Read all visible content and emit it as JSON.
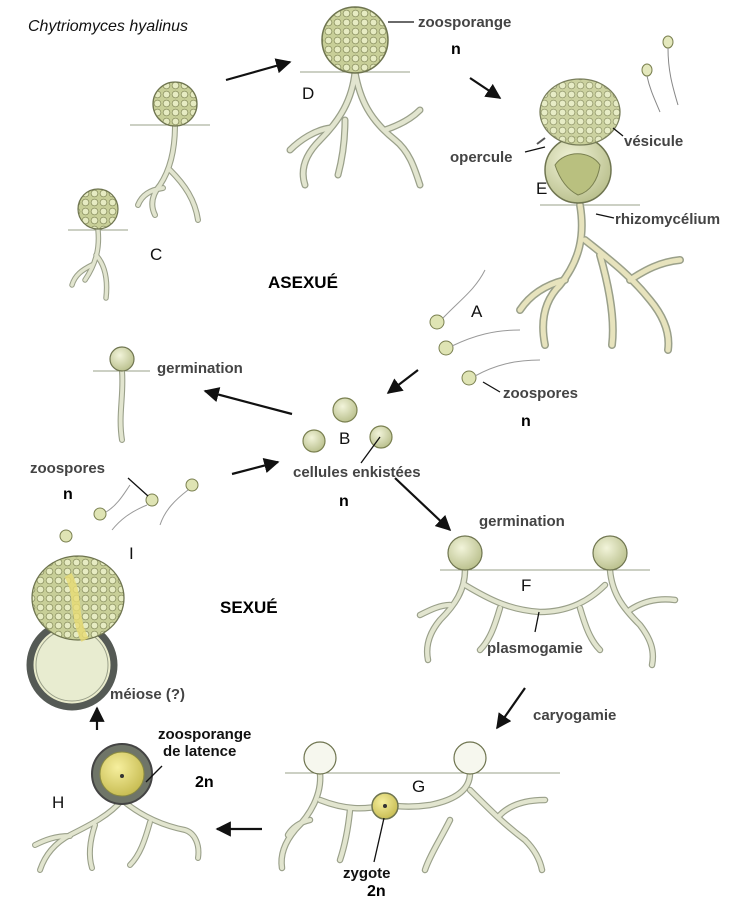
{
  "title": "Chytriomyces hyalinus",
  "labels": {
    "zoosporange": "zoosporange",
    "vesicule": "vésicule",
    "opercule": "opercule",
    "rhizomycelium": "rhizomycélium",
    "asexue": "ASEXUÉ",
    "sexue": "SEXUÉ",
    "germination_top": "germination",
    "germination_mid": "germination",
    "zoospores_right": "zoospores",
    "zoospores_left": "zoospores",
    "cellules_enkistees": "cellules enkistées",
    "plasmogamie": "plasmogamie",
    "caryogamie": "caryogamie",
    "meiose": "méiose (?)",
    "zoosporange_latence_1": "zoosporange",
    "zoosporange_latence_2": "de latence",
    "zygote": "zygote"
  },
  "stages": {
    "A": "A",
    "B": "B",
    "C": "C",
    "D": "D",
    "E": "E",
    "F": "F",
    "G": "G",
    "H": "H",
    "I": "I"
  },
  "ploidy": {
    "D": "n",
    "zoospores_right": "n",
    "cellules": "n",
    "zoospores_left": "n",
    "latence": "2n",
    "zygote": "2n"
  },
  "colors": {
    "cell_fill": "#dfe4b4",
    "cell_dark": "#9a9f6a",
    "hypha": "#d9dcc4",
    "hypha_edge": "#9aa08a",
    "yellow": "#e8e08a",
    "thick_wall": "#555a55",
    "arrow": "#111111"
  }
}
